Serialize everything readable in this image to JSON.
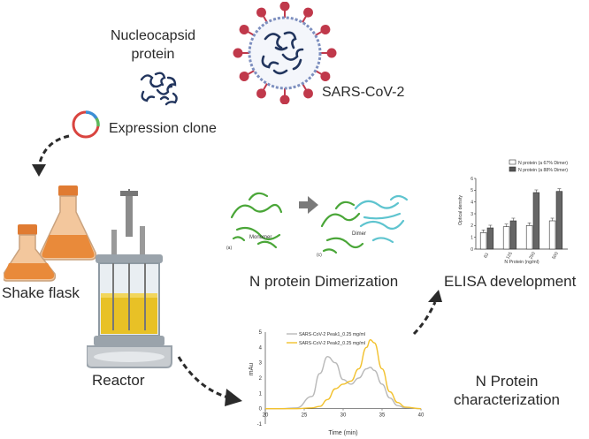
{
  "labels": {
    "nucleocapsid_line1": "Nucleocapsid",
    "nucleocapsid_line2": "protein",
    "sars": "SARS-CoV-2",
    "expression_clone": "Expression clone",
    "shake_flask": "Shake flask",
    "reactor": "Reactor",
    "dimerization": "N protein Dimerization",
    "elisa": "ELISA development",
    "characterization_line1": "N Protein",
    "characterization_line2": "characterization"
  },
  "dimer_panel": {
    "monomer_label": "Monomer",
    "dimer_label": "Dimer",
    "panel_a": "(a)",
    "panel_b": "(c)"
  },
  "elisa_chart": {
    "legend": [
      "N protein (a 67% Dimer)",
      "N protein (a 88% Dimer)"
    ],
    "ylabel": "Optical density",
    "xlabel": "N Protein (ng/ml)",
    "chart_data": {
      "type": "bar",
      "categories": [
        "63",
        "125",
        "250",
        "500"
      ],
      "series": [
        {
          "name": "N protein (a 67% Dimer)",
          "values": [
            1.4,
            1.9,
            2.0,
            2.4
          ]
        },
        {
          "name": "N protein (a 88% Dimer)",
          "values": [
            1.8,
            2.4,
            4.8,
            4.9
          ]
        }
      ],
      "ylim": [
        0,
        6
      ],
      "yticks": [
        "0",
        "1",
        "2",
        "3",
        "4",
        "5",
        "6"
      ]
    }
  },
  "chromatogram": {
    "ylabel": "mAu",
    "xlabel": "Time (min)",
    "legend": [
      "SARS-CoV-2 Peak1_0.25 mg/ml",
      "SARS-CoV-2 Peak2_0.25 mg/ml"
    ],
    "colors": [
      "#b9b9b9",
      "#f2c12e"
    ],
    "chart_data": {
      "type": "line",
      "x": [
        20,
        22,
        24,
        26,
        27,
        28,
        29,
        30,
        31,
        32,
        33,
        33.5,
        34,
        35,
        36,
        37,
        38,
        40
      ],
      "series": [
        {
          "name": "SARS-CoV-2 Peak1_0.25 mg/ml",
          "values": [
            0,
            0,
            0.05,
            0.8,
            2.3,
            3.4,
            3.0,
            1.9,
            1.6,
            2.0,
            2.6,
            2.7,
            2.5,
            1.6,
            0.7,
            0.2,
            0.05,
            0
          ]
        },
        {
          "name": "SARS-CoV-2 Peak2_0.25 mg/ml",
          "values": [
            0,
            0,
            0,
            0.05,
            0.15,
            0.6,
            1.3,
            1.6,
            1.8,
            2.6,
            4.0,
            4.5,
            4.3,
            2.6,
            1.1,
            0.4,
            0.1,
            0
          ]
        }
      ],
      "xlim": [
        20,
        40
      ],
      "ylim": [
        -1,
        5
      ],
      "xticks": [
        "20",
        "25",
        "30",
        "35",
        "40"
      ],
      "yticks": [
        "-1",
        "0",
        "1",
        "2",
        "3",
        "4",
        "5"
      ]
    }
  }
}
